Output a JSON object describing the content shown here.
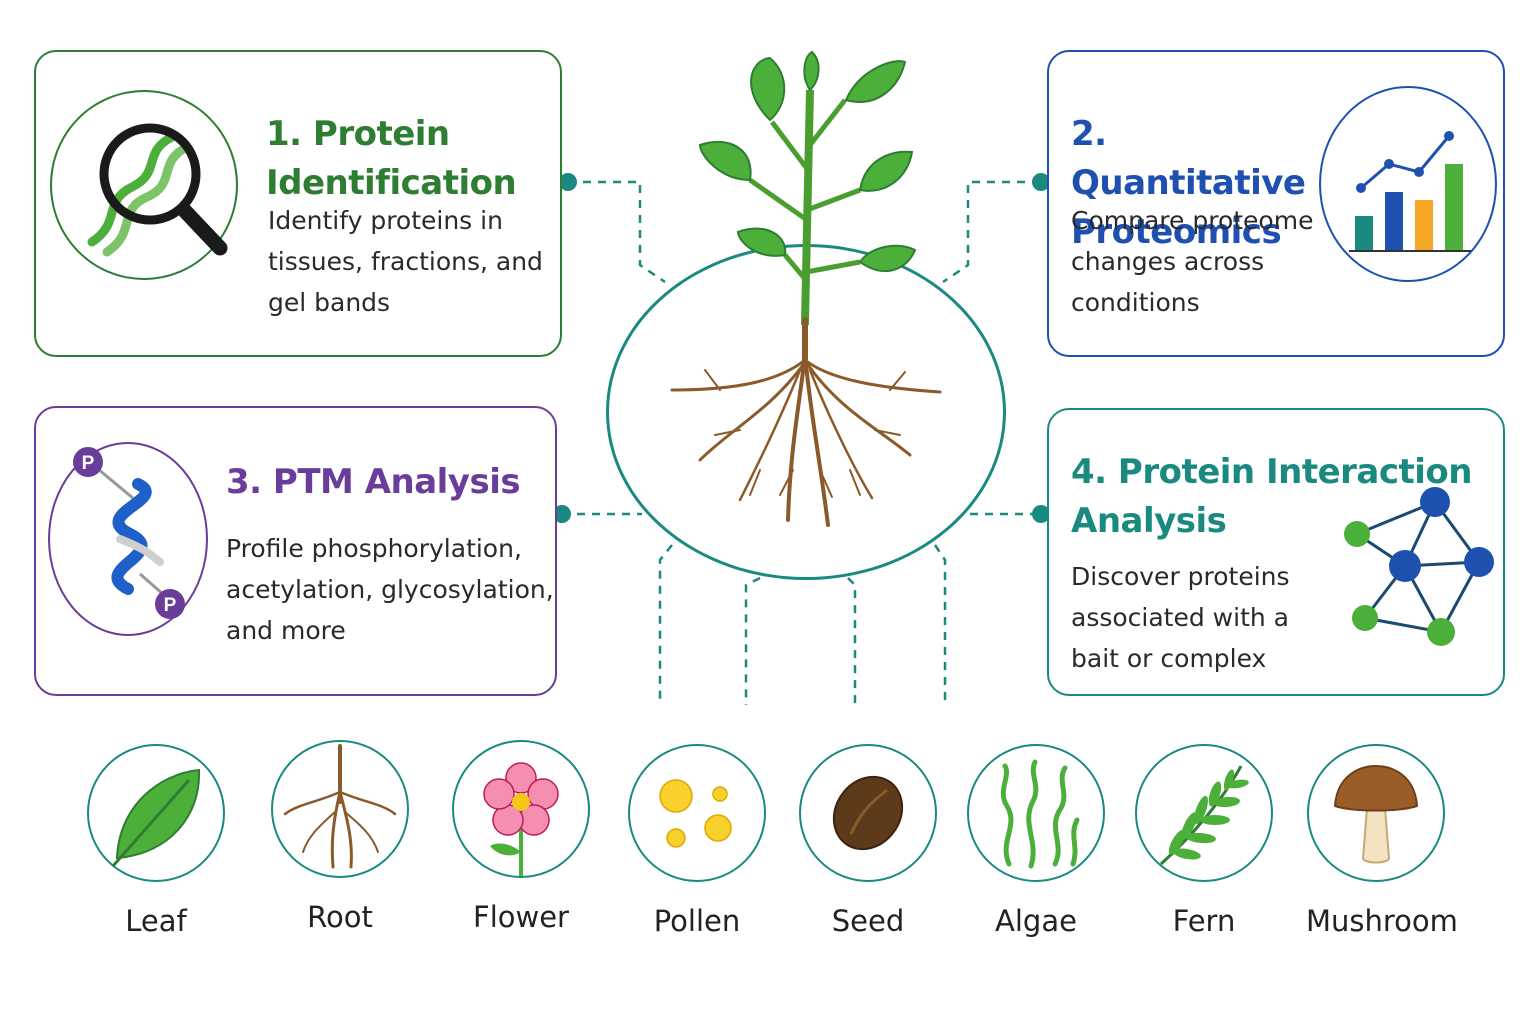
{
  "cards": [
    {
      "id": "identification",
      "title": "1. Protein Identification",
      "description": "Identify proteins in tissues, fractions, and gel bands",
      "color": "#2e7d32",
      "icon": "magnifier-helix-icon"
    },
    {
      "id": "quantitative",
      "title": "2. Quantitative Proteomics",
      "description": "Compare proteome changes across conditions",
      "color": "#1e50b0",
      "icon": "bar-chart-icon"
    },
    {
      "id": "ptm",
      "title": "3. PTM Analysis",
      "description": "Profile phosphorylation, acetylation, glycosylation, and more",
      "color": "#6a3d9a",
      "icon": "phospho-helix-icon",
      "badge": "P"
    },
    {
      "id": "interaction",
      "title": "4. Protein Interaction Analysis",
      "description": "Discover proteins associated with a bait or complex",
      "color": "#1a8a80",
      "icon": "network-icon"
    }
  ],
  "center": {
    "icon": "plant-with-roots-icon"
  },
  "sources": [
    {
      "label": "Leaf",
      "icon": "leaf-icon"
    },
    {
      "label": "Root",
      "icon": "root-icon"
    },
    {
      "label": "Flower",
      "icon": "flower-icon"
    },
    {
      "label": "Pollen",
      "icon": "pollen-icon"
    },
    {
      "label": "Seed",
      "icon": "seed-icon"
    },
    {
      "label": "Algae",
      "icon": "algae-icon"
    },
    {
      "label": "Fern",
      "icon": "fern-icon"
    },
    {
      "label": "Mushroom",
      "icon": "mushroom-icon"
    }
  ],
  "colors": {
    "connector": "#1a8a80",
    "leaf": "#4caf3a",
    "root": "#8b5a2b"
  }
}
